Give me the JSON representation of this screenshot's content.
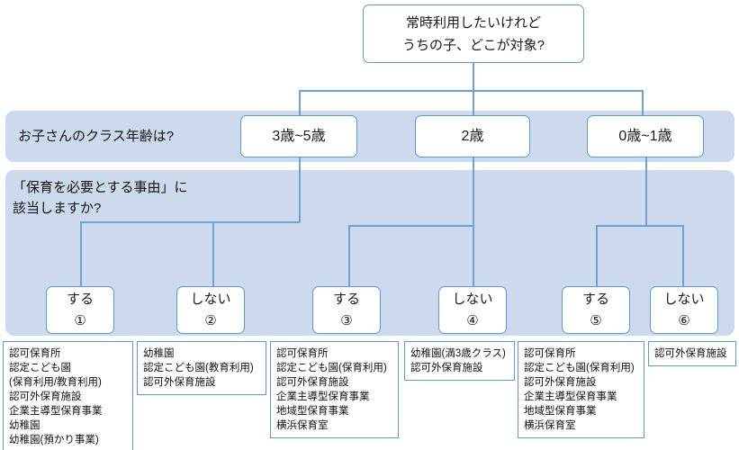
{
  "root_question": {
    "line1": "常時利用したいけれど",
    "line2": "うちの子、どこが対象?"
  },
  "age_band": {
    "question": "お子さんのクラス年齢は?"
  },
  "reason_band": {
    "question_line1": "「保育を必要とする事由」に",
    "question_line2": "該当しますか?"
  },
  "ages": [
    {
      "label": "3歳~5歳"
    },
    {
      "label": "2歳"
    },
    {
      "label": "0歳~1歳"
    }
  ],
  "decisions": [
    {
      "label": "する",
      "number": "①"
    },
    {
      "label": "しない",
      "number": "②"
    },
    {
      "label": "する",
      "number": "③"
    },
    {
      "label": "しない",
      "number": "④"
    },
    {
      "label": "する",
      "number": "⑤"
    },
    {
      "label": "しない",
      "number": "⑥"
    }
  ],
  "results": [
    {
      "items": [
        "認可保育所",
        "認定こども園",
        "(保育利用/教育利用)",
        "認可外保育施設",
        "企業主導型保育事業",
        "幼稚園",
        "幼稚園(預かり事業)"
      ]
    },
    {
      "items": [
        "幼稚園",
        "認定こども園(教育利用)",
        "認可外保育施設"
      ]
    },
    {
      "items": [
        "認可保育所",
        "認定こども園(保育利用)",
        "認可外保育施設",
        "企業主導型保育事業",
        "地域型保育事業",
        "横浜保育室"
      ]
    },
    {
      "items": [
        "幼稚園(満3歳クラス)",
        "認可外保育施設"
      ]
    },
    {
      "items": [
        "認可保育所",
        "認定こども園(保育利用)",
        "認可外保育施設",
        "企業主導型保育事業",
        "地域型保育事業",
        "横浜保育室"
      ]
    },
    {
      "items": [
        "認可外保育施設"
      ]
    }
  ],
  "colors": {
    "band_background": "#cdd9ec",
    "box_border": "#5b9bd5",
    "connector_line": "#6ba2d8",
    "text": "#1a1a1a",
    "box_fill": "#ffffff"
  }
}
